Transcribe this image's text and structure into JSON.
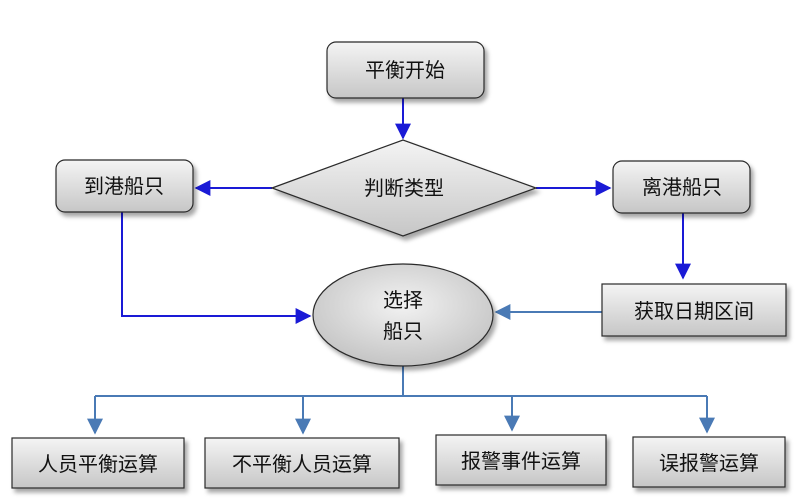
{
  "nodes": {
    "start": "平衡开始",
    "decision": "判断类型",
    "arrive": "到港船只",
    "depart": "离港船只",
    "date_range": "获取日期区间",
    "select_line1": "选择",
    "select_line2": "船只",
    "op1": "人员平衡运算",
    "op2": "不平衡人员运算",
    "op3": "报警事件运算",
    "op4": "误报警运算"
  },
  "colors": {
    "arrow_primary": "#1a1ad6",
    "arrow_secondary": "#4a7ab5",
    "box_fill_top": "#f2f2f2",
    "box_fill_bottom": "#c8c8c8",
    "box_stroke": "#2a2a2a"
  }
}
